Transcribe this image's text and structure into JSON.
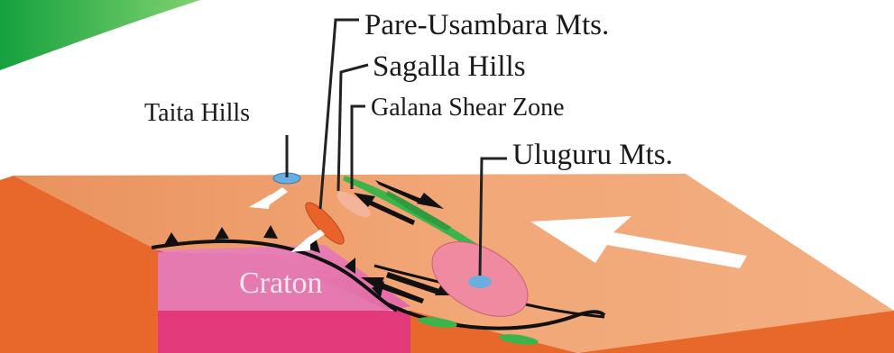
{
  "labels": {
    "pare_usambara": "Pare-Usambara Mts.",
    "sagalla": "Sagalla Hills",
    "galana": "Galana Shear Zone",
    "taita": "Taita Hills",
    "uluguru": "Uluguru Mts.",
    "craton": "Craton"
  },
  "colors": {
    "slab_top": "#f0a070",
    "slab_front": "#e8672a",
    "craton_top": "#e47ab0",
    "craton_front": "#e23a7a",
    "shear_zone": "#3cb44b",
    "uluguru_body": "#f08aa0",
    "marker_blue": "#6aaee0",
    "arrow": "#ffffff",
    "banner": "#1e9a3c"
  }
}
